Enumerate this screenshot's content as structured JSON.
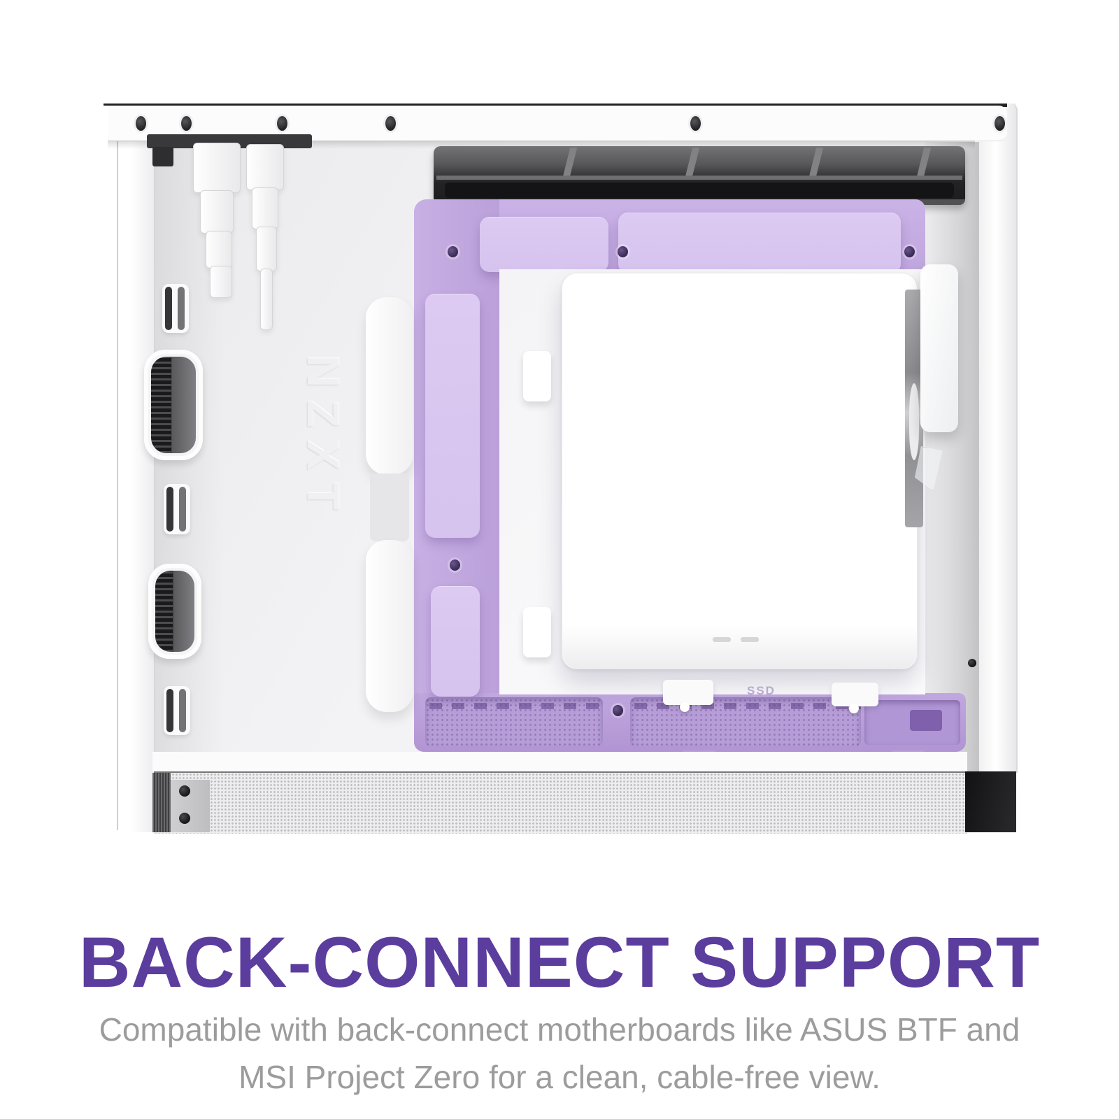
{
  "headline": {
    "text": "BACK-CONNECT SUPPORT"
  },
  "body": {
    "line1": "Compatible with back-connect motherboards like ASUS BTF and",
    "line2": "MSI Project Zero for a clean, cable-free view."
  },
  "case_photo": {
    "logo_text": "NZXT",
    "ssd_label": "SSD"
  },
  "colors": {
    "headline_purple": "#5b3d9e",
    "body_gray": "#9c9c9c",
    "purple": "#c0a6de",
    "purple_light": "#d6c3ee",
    "purple_recess": "#b69dd7",
    "purple_deep": "#7f60ad",
    "vent_dark": "#232325",
    "interior_gray": "#ededef",
    "mesh_dot": "#bfbfc1"
  }
}
